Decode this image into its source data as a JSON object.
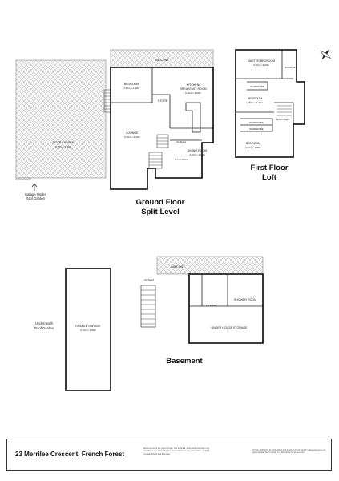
{
  "ground_floor": {
    "title_line1": "Ground Floor",
    "title_line2": "Split Level",
    "rooms": {
      "balcony": "BALCONY",
      "bedroom": "BEDROOM",
      "bedroom_size": "3.30m x 2.40m",
      "kitchen": "KITCHEN/",
      "breakfast": "BREAKFAST ROOM",
      "kitchen_size": "5.30m x 4.40m",
      "store": "STORE",
      "lounge": "LOUNGE",
      "lounge_size": "6.30m x 4.20m",
      "up_stairs": "Up Stairs",
      "down_stairs": "Down Stairs",
      "dining": "DINING ROOM",
      "dining_size": "4.30m x 3.60m",
      "roof_garden": "ROOF GARDEN",
      "roof_garden_size": "9.70m x 7.50m"
    },
    "garage_note_line1": "Garage Under",
    "garage_note_line2": "Roof Garden"
  },
  "first_floor": {
    "title_line1": "First Floor",
    "title_line2": "Loft",
    "rooms": {
      "master": "MASTER BEDROOM",
      "master_size": "3.90m x 3.30m",
      "ensuite": "ENSUITE",
      "wardrobe_a": "WARDROBE",
      "bedroom2": "BEDROOM",
      "bedroom2_size": "2.80m x 2.40m",
      "wardrobe_b": "WARDROBE",
      "wardrobe_c": "WARDROBE",
      "down_stairs": "Down Stairs",
      "bedroom3": "BEDROOM",
      "bedroom3_size": "3.90m x 1.80m"
    }
  },
  "basement": {
    "title": "Basement",
    "rooms": {
      "balcony": "BALCONY",
      "up_stairs": "Up Stairs",
      "laundry": "LAUNDRY",
      "shower": "SHOWER ROOM",
      "storage": "UNDER HOUSE STORAGE"
    }
  },
  "garage": {
    "label_line1": "Underneath",
    "label_line2": "Roof Garden",
    "name": "DOUBLE GARAGE",
    "size": "9.70m x 3.50m"
  },
  "footer": {
    "address": "23 Merrilee Crescent, French Forest",
    "disclaimer_left": "Measurements are approximate. Not to Scale. Illustrative purposes only. Openhome does not take any responsibility for any information supplied. Contact details and floorplan.",
    "disclaimer_right": "TOTAL APPROX. FLOOR AREA 196.9 SQ.M (2120 SQ.FT.) Measurements are approximate. Not to Scale. For illustrative purposes only."
  },
  "colors": {
    "wall": "#222222",
    "hatch": "#aaaaaa"
  }
}
